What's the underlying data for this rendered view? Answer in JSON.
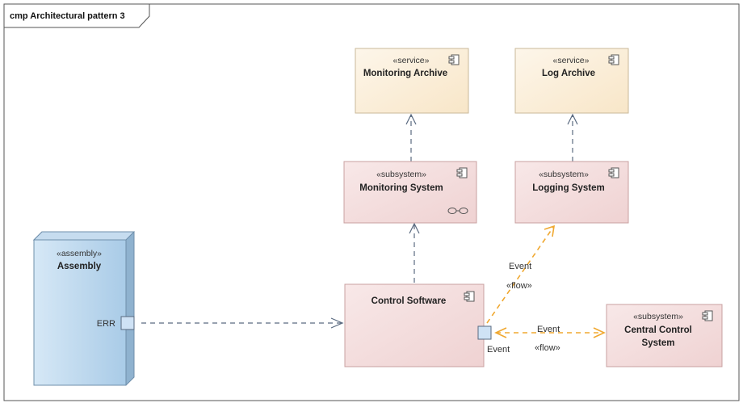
{
  "diagram": {
    "frame_title": "cmp Architectural pattern 3",
    "components": {
      "monitoring_archive": {
        "stereotype": "«service»",
        "name": "Monitoring Archive"
      },
      "log_archive": {
        "stereotype": "«service»",
        "name": "Log Archive"
      },
      "monitoring_system": {
        "stereotype": "«subsystem»",
        "name": "Monitoring System"
      },
      "logging_system": {
        "stereotype": "«subsystem»",
        "name": "Logging System"
      },
      "assembly": {
        "stereotype": "«assembly»",
        "name": "Assembly",
        "port": "ERR"
      },
      "control_software": {
        "name": "Control Software",
        "port": "Event"
      },
      "central_control_system": {
        "stereotype": "«subsystem»",
        "name_line1": "Central Control",
        "name_line2": "System"
      }
    },
    "flows": {
      "to_logging": {
        "label": "Event",
        "stereotype": "«flow»"
      },
      "to_central": {
        "label": "Event",
        "stereotype": "«flow»"
      }
    },
    "colors": {
      "service_fill": "#fbeed8",
      "subsystem_fill": "#f3dcdc",
      "assembly_fill": "#bcd8ee",
      "port_fill": "#cfe2f5",
      "flow_arrow": "#f0a830",
      "dependency": "#5a6a80"
    }
  }
}
